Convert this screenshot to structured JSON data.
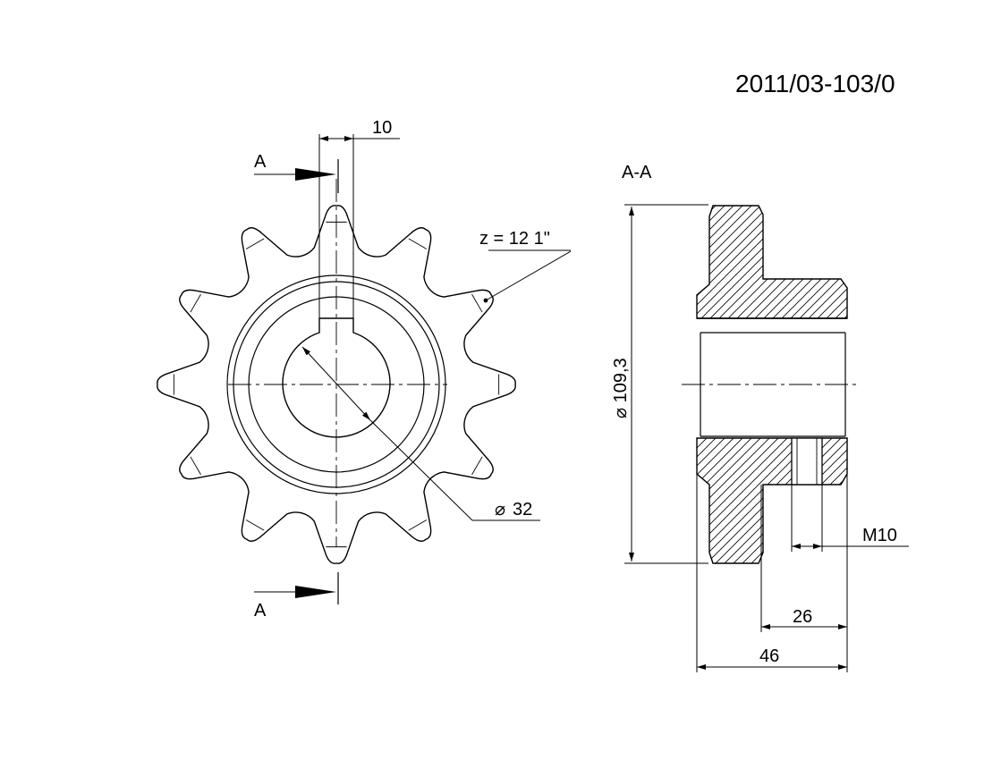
{
  "drawing_number": "2011/03-103/0",
  "front_view": {
    "section_mark_top": "A",
    "section_mark_bottom": "A",
    "keyway_width": "10",
    "teeth_note": "z = 12  1\"",
    "bore_diameter": "32",
    "bore_diameter_symbol": "⌀"
  },
  "section_view": {
    "title": "A-A",
    "outer_diameter": "⌀ 109,3",
    "thread": "M10",
    "hub_length": "26",
    "total_length": "46"
  }
}
